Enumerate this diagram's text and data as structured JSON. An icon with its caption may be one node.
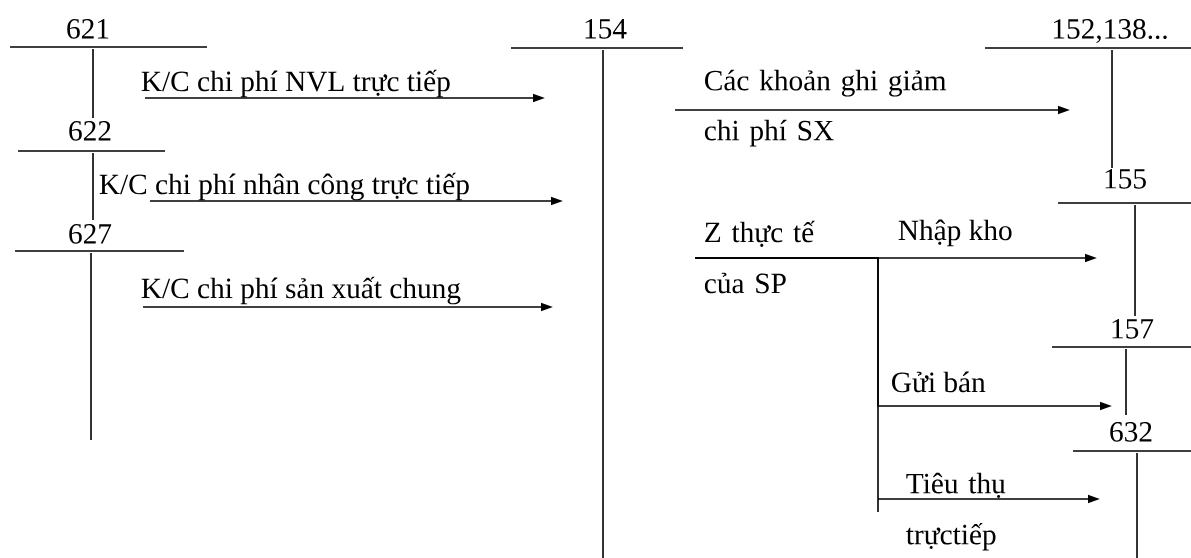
{
  "diagram": {
    "nodes": [
      {
        "text": [
          "621"
        ]
      },
      {
        "text": [
          "622"
        ]
      },
      {
        "text": [
          "627"
        ]
      },
      {
        "text": [
          "154"
        ]
      },
      {
        "text": [
          "152,138..."
        ]
      },
      {
        "text": [
          "155"
        ]
      },
      {
        "text": [
          "157"
        ]
      },
      {
        "text": [
          "632"
        ]
      }
    ],
    "edges": [
      {
        "from": 0,
        "to": 3,
        "arrow": "to",
        "label": "K/C chi phí NVL trực tiếp"
      },
      {
        "from": 1,
        "to": 3,
        "arrow": "to",
        "label": "K/C chi phí nhân công trực tiếp"
      },
      {
        "from": 2,
        "to": 3,
        "arrow": "to",
        "label": "K/C chi phí sản xuất chung"
      },
      {
        "from": 3,
        "to": 4,
        "arrow": "to",
        "label": "Các khoản ghi giảm chi phí SX"
      },
      {
        "from": 3,
        "to": 5,
        "arrow": "to",
        "label": "Nhập kho"
      },
      {
        "from": 3,
        "to": 6,
        "arrow": "to",
        "label": "Gửi bán"
      },
      {
        "from": 3,
        "to": 7,
        "arrow": "to",
        "label": "Tiêu thụ trựctiếp"
      }
    ],
    "labels": [
      "Z thực tế của SP"
    ]
  }
}
